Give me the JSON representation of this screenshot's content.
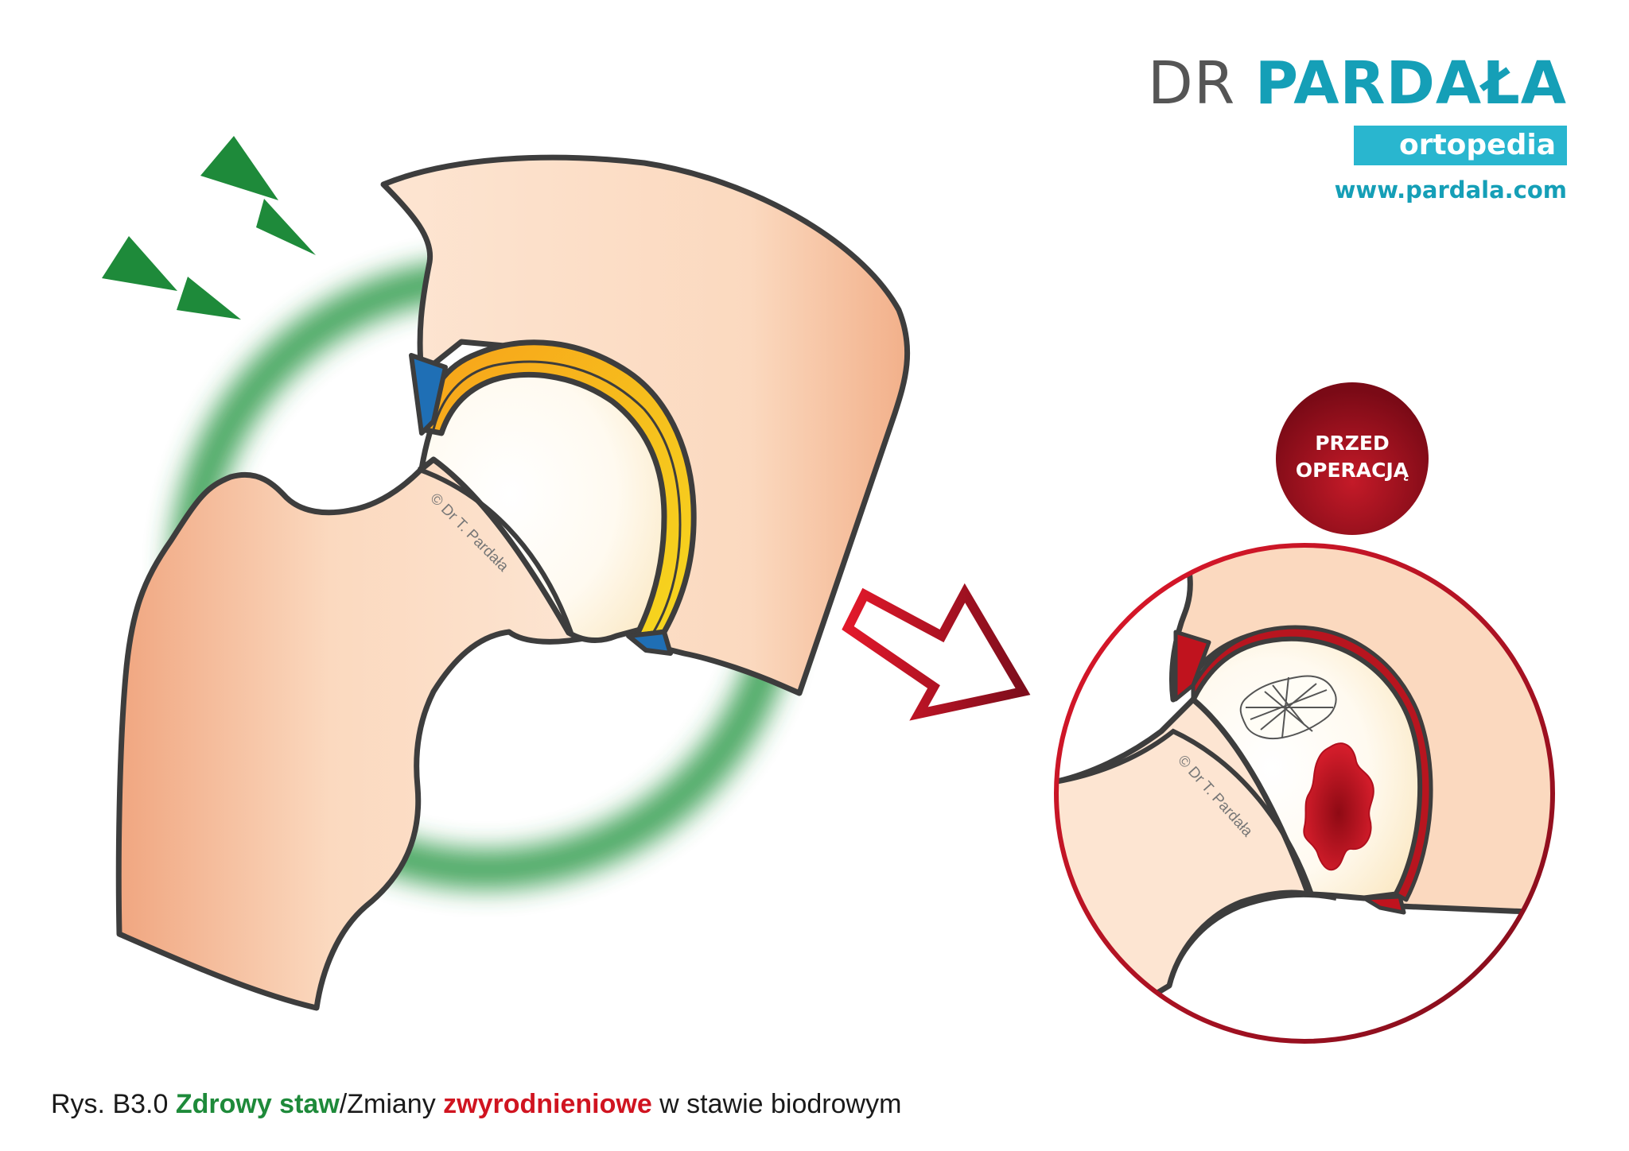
{
  "brand": {
    "prefix": "DR",
    "name": "PARDAŁA",
    "tagline": "ortopedia",
    "url": "www.pardala.com"
  },
  "badge": {
    "line1": "PRZED",
    "line2": "OPERACJĄ"
  },
  "watermark": "© Dr T. Pardała",
  "caption": {
    "prefix": "Rys. B3.0 ",
    "healthy": "Zdrowy staw",
    "middle": "/Zmiany ",
    "degenerative": "zwyrodnieniowe",
    "suffix": " w stawie biodrowym"
  },
  "colors": {
    "brand_teal": "#159fb7",
    "brand_bar": "#29b6cf",
    "health_green": "#1e8a3a",
    "degenerative_red": "#d01420",
    "bone": "#f9d2b5",
    "cartilage": "#f5c21a",
    "labrum": "#1f6fb5"
  },
  "icons": [
    "green-arrowhead-icon",
    "red-outline-arrow-icon"
  ]
}
